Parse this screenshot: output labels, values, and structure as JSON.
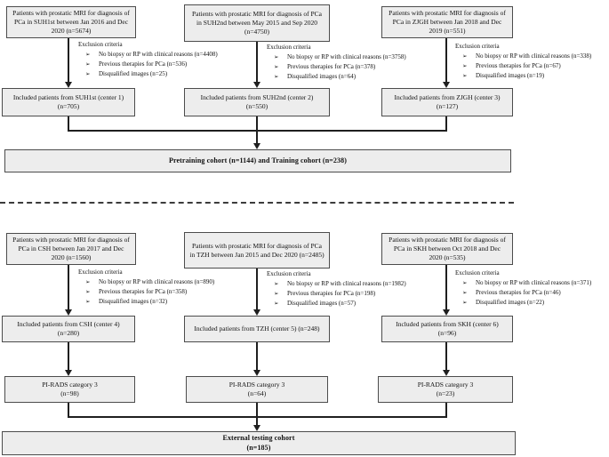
{
  "diagram": {
    "exclusion_title": "Exclusion criteria",
    "bullet_glyph": "➢",
    "colors": {
      "box_fill": "#ededed",
      "box_border": "#4c4c4c",
      "line": "#1f1f1f"
    },
    "pretraining_box": "Pretraining cohort (n=1144) and Training cohort (n=238)",
    "external_box": {
      "line1": "External testing cohort",
      "line2": "(n=185)"
    },
    "top_cohorts": [
      {
        "source": "Patients with prostatic MRI for diagnosis of PCa in SUH1st between Jan 2016 and Dec 2020 (n=5674)",
        "exclusions": [
          "No biopsy or RP with clinical reasons (n=4408)",
          "Previous therapies for PCa (n=536)",
          "Disqualified images (n=25)"
        ],
        "included": "Included patients from SUH1st (center 1) (n=705)"
      },
      {
        "source": "Patients with prostatic MRI for diagnosis of PCa in SUH2nd between May 2015 and Sep 2020 (n=4750)",
        "exclusions": [
          "No biopsy or RP with clinical reasons (n=3758)",
          "Previous therapies for PCa (n=378)",
          "Disqualified images (n=64)"
        ],
        "included": "Included patients from SUH2nd (center 2) (n=550)"
      },
      {
        "source": "Patients with prostatic MRI for diagnosis of PCa in ZJGH between Jan 2018 and Dec 2019 (n=551)",
        "exclusions": [
          "No biopsy or RP with clinical reasons (n=338)",
          "Previous therapies for PCa (n=67)",
          "Disqualified images (n=19)"
        ],
        "included": "Included patients from ZJGH (center 3) (n=127)"
      }
    ],
    "bottom_cohorts": [
      {
        "source": "Patients with prostatic MRI for diagnosis of PCa in CSH between Jan 2017 and Dec 2020 (n=1560)",
        "exclusions": [
          "No biopsy or RP with clinical reasons (n=890)",
          "Previous therapies for PCa (n=358)",
          "Disqualified images (n=32)"
        ],
        "included": "Included patients from CSH (center 4) (n=280)",
        "pirads": {
          "label": "PI-RADS category 3",
          "n": "(n=98)"
        }
      },
      {
        "source": "Patients with prostatic MRI for diagnosis of PCa in TZH between Jan 2015 and Dec 2020 (n=2485)",
        "exclusions": [
          "No biopsy or RP with clinical reasons (n=1982)",
          "Previous therapies for PCa (n=198)",
          "Disqualified images (n=57)"
        ],
        "included": "Included patients from TZH (center 5) (n=248)",
        "pirads": {
          "label": "PI-RADS category 3",
          "n": "(n=64)"
        }
      },
      {
        "source": "Patients with prostatic MRI for diagnosis of PCa in SKH between Oct 2018 and Dec 2020 (n=535)",
        "exclusions": [
          "No biopsy or RP with clinical reasons (n=371)",
          "Previous therapies for PCa (n=46)",
          "Disqualified images (n=22)"
        ],
        "included": "Included patients from SKH (center 6) (n=96)",
        "pirads": {
          "label": "PI-RADS category 3",
          "n": "(n=23)"
        }
      }
    ]
  }
}
